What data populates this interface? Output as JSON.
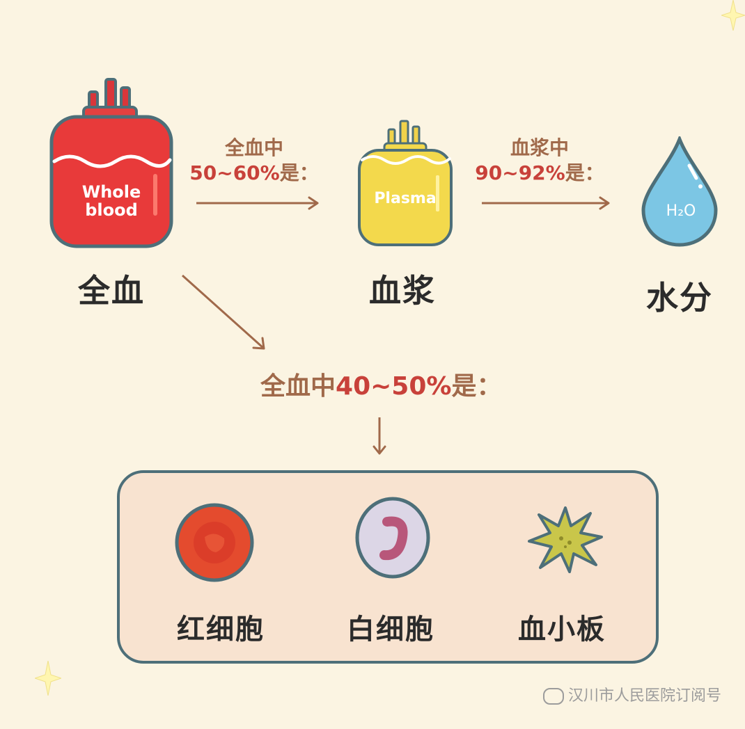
{
  "colors": {
    "background": "#fbf4e2",
    "whole_blood_red": "#e83a3a",
    "plasma_yellow": "#f3d94c",
    "water_blue": "#7cc6e4",
    "outline": "#4d6f79",
    "arrow_brown": "#a0694a",
    "percent_red": "#c8413a"
  },
  "whole_blood": {
    "bag_text_line1": "Whole",
    "bag_text_line2": "blood",
    "label": "全血"
  },
  "plasma": {
    "bag_text": "Plasma",
    "label": "血浆"
  },
  "water": {
    "drop_text": "H₂O",
    "label": "水分"
  },
  "arrow_wb_to_plasma": {
    "line1": "全血中",
    "line2_percent": "50~60%",
    "line2_suffix": "是："
  },
  "arrow_plasma_to_water": {
    "line1": "血浆中",
    "line2_percent": "90~92%",
    "line2_suffix": "是："
  },
  "arrow_wb_to_cells": {
    "prefix": "全血中",
    "percent": "40~50%",
    "suffix": "是："
  },
  "cells": [
    {
      "name": "红细胞",
      "icon": "red-blood-cell-icon"
    },
    {
      "name": "白细胞",
      "icon": "white-blood-cell-icon"
    },
    {
      "name": "血小板",
      "icon": "platelet-icon"
    }
  ],
  "watermark": "汉川市人民医院订阅号"
}
